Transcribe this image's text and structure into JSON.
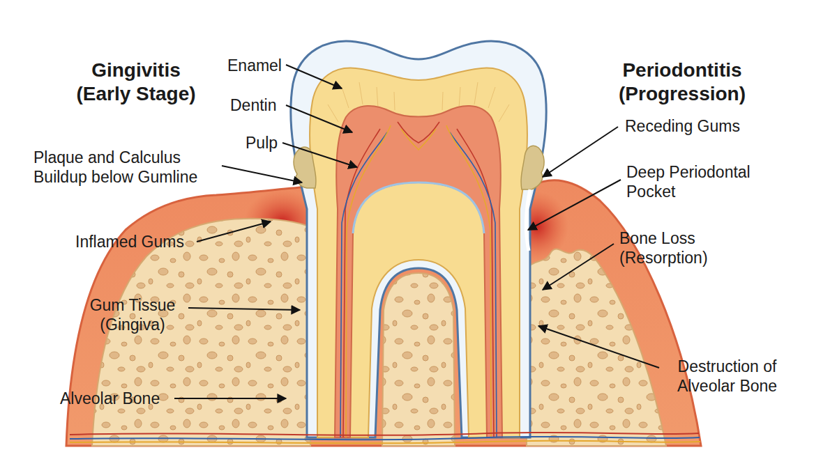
{
  "diagram": {
    "labels": [
      "Gingivitis (Early Stage)",
      "Periodontitis (Progression)",
      "Enamel",
      "Dentin",
      "Pulp",
      "Plaque and Calculus Buildup below Gumline",
      "Inflamed Gums",
      "Gum Tissue (Gingiva)",
      "Alveolar Bone",
      "Receding Gums",
      "Deep Periodontal Pocket",
      "Bone Loss (Resorption)",
      "Destruction of Alveolar Bone"
    ]
  }
}
